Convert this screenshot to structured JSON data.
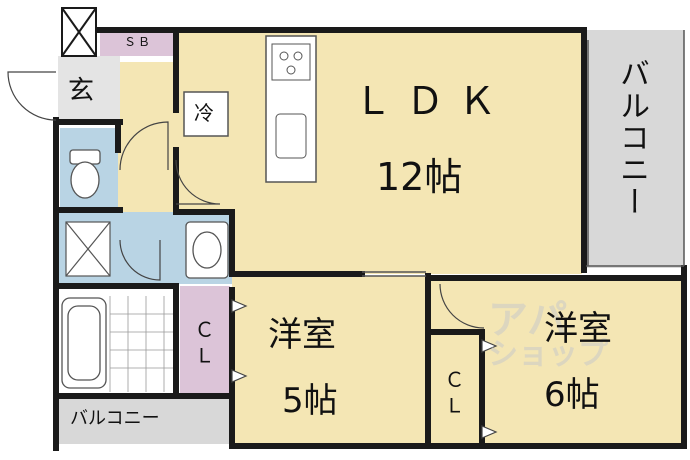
{
  "rooms": {
    "ldk": {
      "name": "ＬＤＫ",
      "size": "12帖"
    },
    "western_5": {
      "name": "洋室",
      "size": "5帖"
    },
    "western_6": {
      "name": "洋室",
      "size": "6帖"
    },
    "balcony_east": "バルコニー",
    "balcony_west": "バルコニー",
    "entrance": "玄",
    "shoe_box": "ＳＢ",
    "fridge": "冷",
    "closet_a": "Ｃ Ｌ",
    "closet_b": "Ｃ Ｌ"
  },
  "watermark": {
    "line1": "アパ",
    "line2": "ショップ"
  },
  "colors": {
    "wood": "#f4e6b4",
    "wet": "#b9d4e4",
    "closet": "#dcc4d8",
    "balcony": "#d8d8d8",
    "entrance": "#e4e4e4",
    "wall": "#1a1a1a"
  }
}
